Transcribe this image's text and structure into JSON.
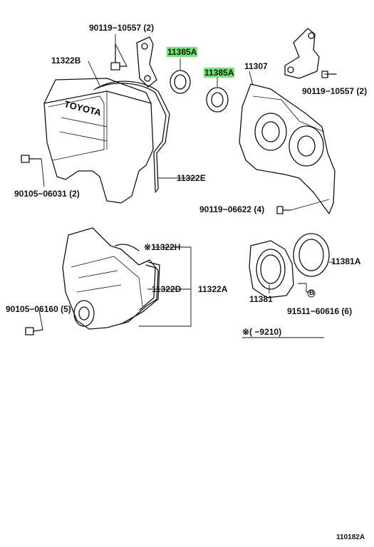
{
  "labels": {
    "p90119_10557_left": "90119−10557 (2)",
    "p11385a_top": "11385A",
    "p11385a_mid": "11385A",
    "p11322b": "11322B",
    "p11307": "11307",
    "p90119_10557_right": "90119−10557 (2)",
    "p11322e": "11322E",
    "p90105_06031": "90105−06031 (2)",
    "p90119_06622": "90119−06622 (4)",
    "p11322h": "11322H",
    "p11322d": "11322D",
    "p11322a": "11322A",
    "p11381a": "11381A",
    "p90105_06160": "90105−06160 (5)",
    "p11381": "11381",
    "p91511_60616": "91511−60616 (6)",
    "star_mark": "※",
    "date_note": "※(    −9210)",
    "circled_b": "B",
    "ref_code": "110182A"
  },
  "colors": {
    "highlight": "#6ee86e",
    "ink": "#111111"
  },
  "icons": [
    "bolt-icon",
    "oil-seal-icon",
    "timing-belt-cover-icon",
    "bracket-icon"
  ]
}
